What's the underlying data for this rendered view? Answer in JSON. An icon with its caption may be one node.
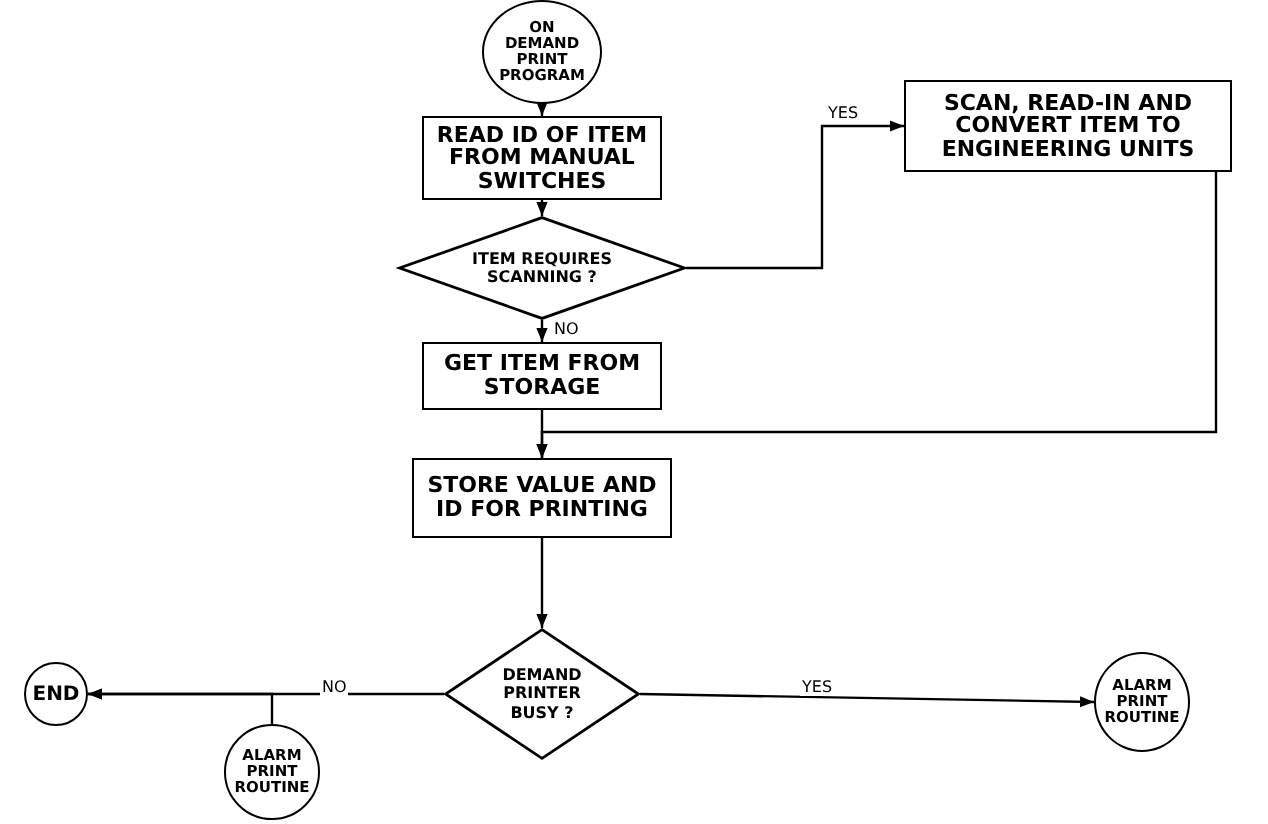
{
  "diagram": {
    "nodes": [
      {
        "text": [
          "ON DEMAND PRINT PROGRAM"
        ]
      },
      {
        "text": [
          "READ ID OF ITEM FROM MANUAL SWITCHES"
        ]
      },
      {
        "text": [
          "ITEM REQUIRES SCANNING ?"
        ]
      },
      {
        "text": [
          "GET ITEM FROM STORAGE"
        ]
      },
      {
        "text": [
          "STORE VALUE AND ID FOR PRINTING"
        ]
      },
      {
        "text": [
          "DEMAND PRINTER BUSY ?"
        ]
      },
      {
        "text": [
          "SCAN, READ-IN AND CONVERT ITEM TO ENGINEERING UNITS"
        ]
      },
      {
        "text": [
          "ALARM PRINT ROUTINE"
        ]
      },
      {
        "text": [
          "END"
        ]
      },
      {
        "text": [
          "ALARM PRINT ROUTINE"
        ]
      }
    ],
    "edges": [
      {
        "from": 0,
        "to": 1,
        "arrow": "to"
      },
      {
        "from": 1,
        "to": 2,
        "arrow": "to"
      },
      {
        "from": 2,
        "to": 3,
        "arrow": "to",
        "label": "NO"
      },
      {
        "from": 2,
        "to": 6,
        "arrow": "to",
        "label": "YES"
      },
      {
        "from": 6,
        "to": 4,
        "arrow": "to"
      },
      {
        "from": 3,
        "to": 4,
        "arrow": "to"
      },
      {
        "from": 4,
        "to": 5,
        "arrow": "to"
      },
      {
        "from": 5,
        "to": 8,
        "arrow": "to",
        "label": "NO"
      },
      {
        "from": 5,
        "to": 7,
        "arrow": "to",
        "label": "YES"
      },
      {
        "from": 9,
        "to": 8,
        "arrow": "to"
      }
    ]
  }
}
